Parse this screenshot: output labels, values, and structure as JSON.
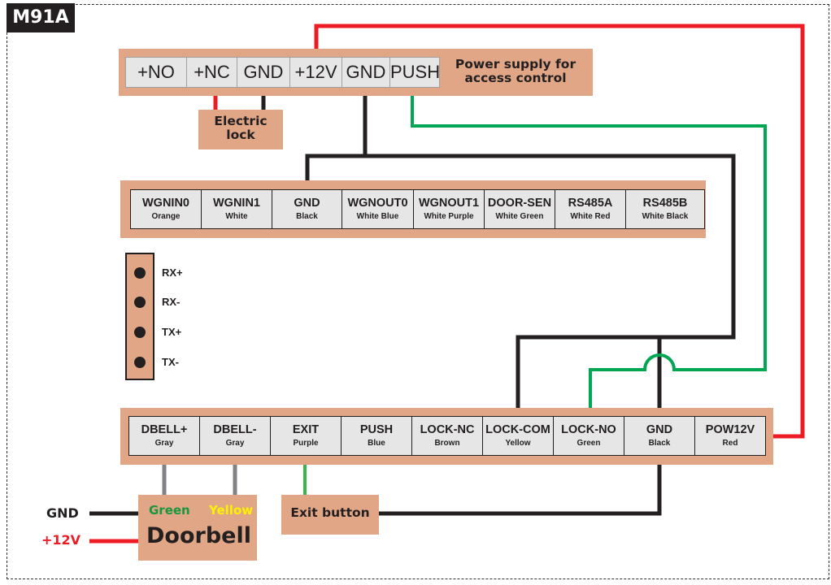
{
  "title": "M91A",
  "power_supply": {
    "label_line1": "Power supply for",
    "label_line2": "access control",
    "terminals": [
      "+NO",
      "+NC",
      "GND",
      "+12V",
      "GND",
      "PUSH"
    ]
  },
  "electric_lock": {
    "line1": "Electric",
    "line2": "lock"
  },
  "wiegand_block": {
    "terminals": [
      {
        "name": "WGNIN0",
        "color": "Orange"
      },
      {
        "name": "WGNIN1",
        "color": "White"
      },
      {
        "name": "GND",
        "color": "Black"
      },
      {
        "name": "WGNOUT0",
        "color": "White Blue"
      },
      {
        "name": "WGNOUT1",
        "color": "White Purple"
      },
      {
        "name": "DOOR-SEN",
        "color": "White Green"
      },
      {
        "name": "RS485A",
        "color": "White Red"
      },
      {
        "name": "RS485B",
        "color": "White Black"
      }
    ]
  },
  "serial_pins": [
    "RX+",
    "RX-",
    "TX+",
    "TX-"
  ],
  "bottom_block": {
    "terminals": [
      {
        "name": "DBELL+",
        "color": "Gray"
      },
      {
        "name": "DBELL-",
        "color": "Gray"
      },
      {
        "name": "EXIT",
        "color": "Purple"
      },
      {
        "name": "PUSH",
        "color": "Blue"
      },
      {
        "name": "LOCK-NC",
        "color": "Brown"
      },
      {
        "name": "LOCK-COM",
        "color": "Yellow"
      },
      {
        "name": "LOCK-NO",
        "color": "Green"
      },
      {
        "name": "GND",
        "color": "Black"
      },
      {
        "name": "POW12V",
        "color": "Red"
      }
    ]
  },
  "doorbell": {
    "title": "Doorbell",
    "wire_left": "Green",
    "wire_right": "Yellow",
    "gnd_label": "GND",
    "v12_label": "+12V"
  },
  "exit_button": {
    "label": "Exit button"
  },
  "colors": {
    "box_fill": "#e0a686",
    "terminal_fill": "#e6e6e6",
    "wire_red": "#ed1c24",
    "wire_black": "#231f20",
    "wire_green": "#00a651",
    "wire_gray": "#808285",
    "text_green": "#1a9641",
    "text_yellow": "#fff200"
  }
}
